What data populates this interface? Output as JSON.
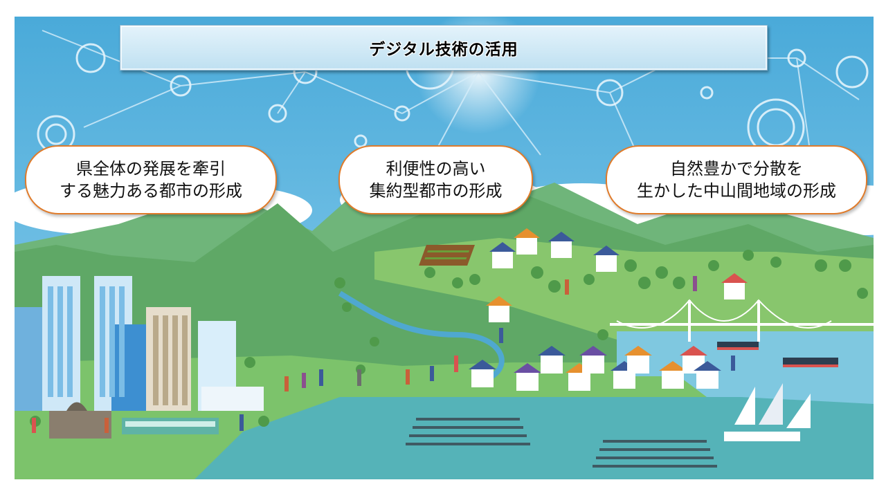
{
  "title": "デジタル技術の活用",
  "bubbles": [
    {
      "line1": "県全体の発展を牽引",
      "line2": "する魅力ある都市の形成"
    },
    {
      "line1": "利便性の高い",
      "line2": "集約型都市の形成"
    },
    {
      "line1": "自然豊かで分散を",
      "line2": "生かした中山間地域の形成"
    }
  ],
  "colors": {
    "sky": "#5ab4de",
    "mountain": "#5fa866",
    "grass": "#7cc36b",
    "sea": "#55b3b8",
    "bubble_border": "#e07b2a"
  }
}
